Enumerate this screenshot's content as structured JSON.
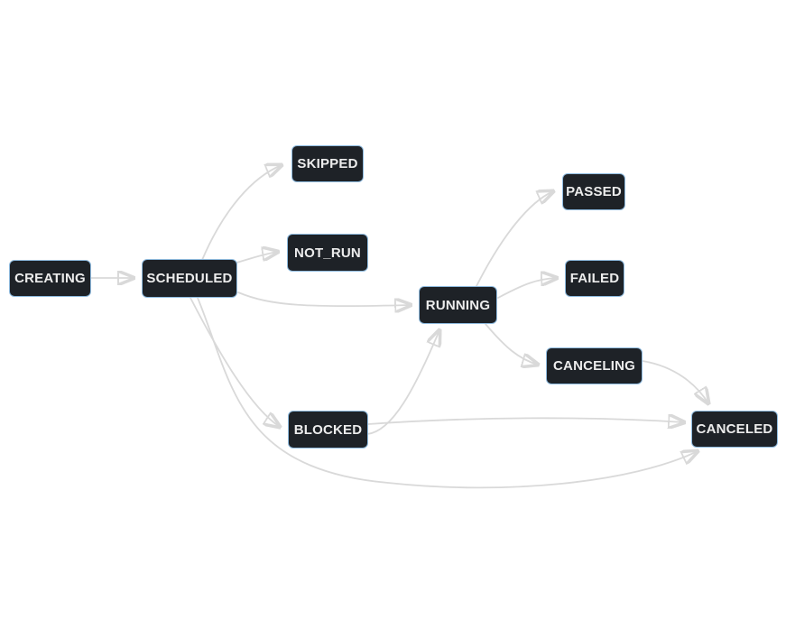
{
  "diagram": {
    "type": "state-transition-graph",
    "background_color": "#ffffff",
    "node_fill_color": "#1e2227",
    "node_border_color": "#8fbbdf",
    "node_text_color": "#ececec",
    "edge_color": "#d9d9d9",
    "arrowhead_color": "#c9c9c9",
    "nodes": [
      {
        "id": "creating",
        "label": "CREATING"
      },
      {
        "id": "scheduled",
        "label": "SCHEDULED"
      },
      {
        "id": "skipped",
        "label": "SKIPPED"
      },
      {
        "id": "not_run",
        "label": "NOT_RUN"
      },
      {
        "id": "running",
        "label": "RUNNING"
      },
      {
        "id": "passed",
        "label": "PASSED"
      },
      {
        "id": "failed",
        "label": "FAILED"
      },
      {
        "id": "canceling",
        "label": "CANCELING"
      },
      {
        "id": "canceled",
        "label": "CANCELED"
      },
      {
        "id": "blocked",
        "label": "BLOCKED"
      }
    ],
    "edges": [
      {
        "from": "CREATING",
        "to": "SCHEDULED"
      },
      {
        "from": "SCHEDULED",
        "to": "SKIPPED"
      },
      {
        "from": "SCHEDULED",
        "to": "NOT_RUN"
      },
      {
        "from": "SCHEDULED",
        "to": "RUNNING"
      },
      {
        "from": "SCHEDULED",
        "to": "BLOCKED"
      },
      {
        "from": "SCHEDULED",
        "to": "CANCELED"
      },
      {
        "from": "RUNNING",
        "to": "PASSED"
      },
      {
        "from": "RUNNING",
        "to": "FAILED"
      },
      {
        "from": "RUNNING",
        "to": "CANCELING"
      },
      {
        "from": "CANCELING",
        "to": "CANCELED"
      },
      {
        "from": "BLOCKED",
        "to": "RUNNING"
      },
      {
        "from": "BLOCKED",
        "to": "CANCELED"
      }
    ]
  }
}
